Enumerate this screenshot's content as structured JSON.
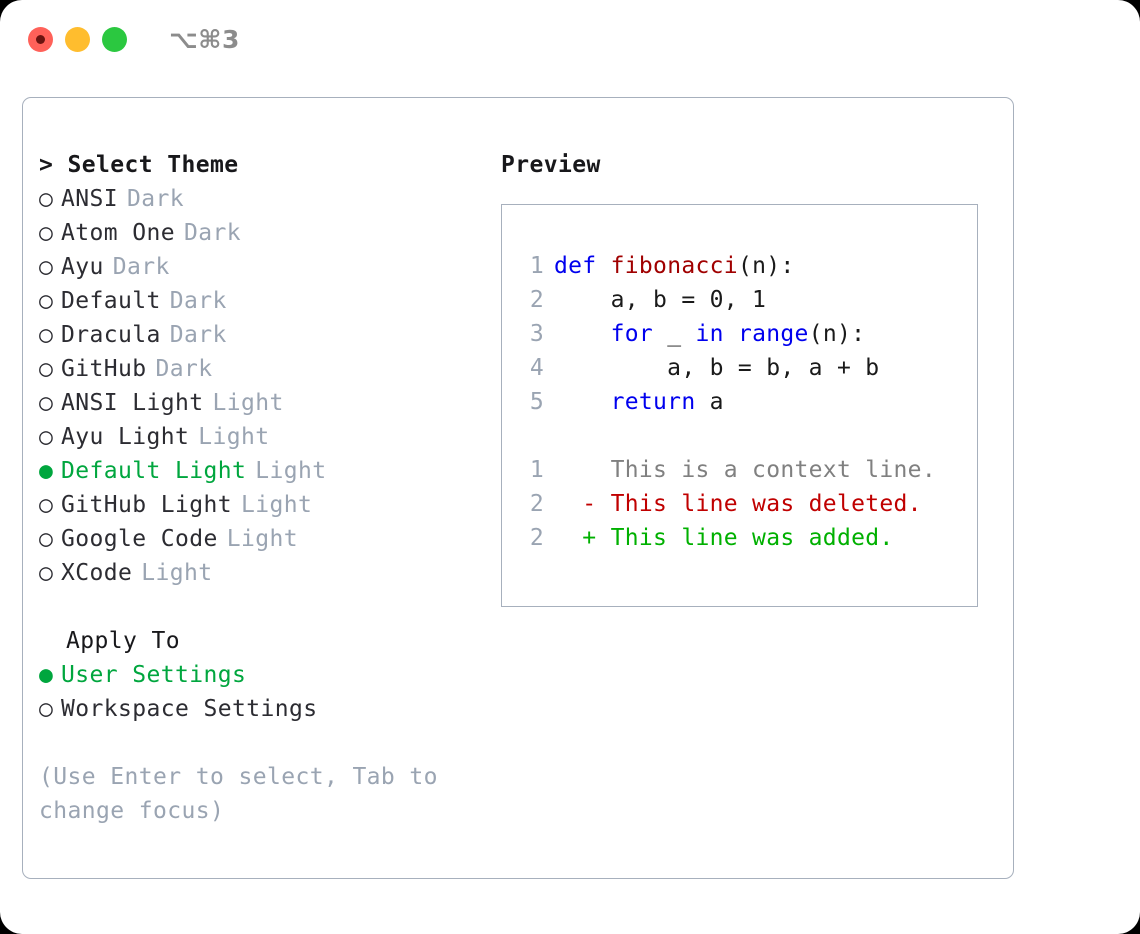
{
  "window": {
    "shortcut_label": "⌥⌘3",
    "traffic_lights": [
      {
        "name": "close",
        "color": "#ff6159"
      },
      {
        "name": "minimize",
        "color": "#ffbd2e"
      },
      {
        "name": "maximize",
        "color": "#2bc840"
      }
    ]
  },
  "theme_picker": {
    "header": "> Select Theme",
    "selected_marker": "●",
    "unselected_marker": "○",
    "options": [
      {
        "name": "ANSI",
        "variant": "Dark",
        "selected": false
      },
      {
        "name": "Atom One",
        "variant": "Dark",
        "selected": false
      },
      {
        "name": "Ayu",
        "variant": "Dark",
        "selected": false
      },
      {
        "name": "Default",
        "variant": "Dark",
        "selected": false
      },
      {
        "name": "Dracula",
        "variant": "Dark",
        "selected": false
      },
      {
        "name": "GitHub",
        "variant": "Dark",
        "selected": false
      },
      {
        "name": "ANSI Light",
        "variant": "Light",
        "selected": false
      },
      {
        "name": "Ayu Light",
        "variant": "Light",
        "selected": false
      },
      {
        "name": "Default Light",
        "variant": "Light",
        "selected": true
      },
      {
        "name": "GitHub Light",
        "variant": "Light",
        "selected": false
      },
      {
        "name": "Google Code",
        "variant": "Light",
        "selected": false
      },
      {
        "name": "XCode",
        "variant": "Light",
        "selected": false
      }
    ]
  },
  "apply_to": {
    "header": "Apply To",
    "options": [
      {
        "name": "User Settings",
        "selected": true
      },
      {
        "name": "Workspace Settings",
        "selected": false
      }
    ]
  },
  "hint": "(Use Enter to select, Tab to change focus)",
  "preview": {
    "header": "Preview",
    "code_lines": [
      {
        "num": "1",
        "tokens": [
          {
            "t": "def",
            "c": "kw"
          },
          {
            "t": " ",
            "c": "pl"
          },
          {
            "t": "fibonacci",
            "c": "fn"
          },
          {
            "t": "(n):",
            "c": "pl"
          }
        ]
      },
      {
        "num": "2",
        "tokens": [
          {
            "t": "    a, b = 0, 1",
            "c": "pl"
          }
        ]
      },
      {
        "num": "3",
        "tokens": [
          {
            "t": "    ",
            "c": "pl"
          },
          {
            "t": "for",
            "c": "kw"
          },
          {
            "t": " _ ",
            "c": "pl"
          },
          {
            "t": "in",
            "c": "kw"
          },
          {
            "t": " ",
            "c": "pl"
          },
          {
            "t": "range",
            "c": "kw"
          },
          {
            "t": "(n):",
            "c": "pl"
          }
        ]
      },
      {
        "num": "4",
        "tokens": [
          {
            "t": "        a, b = b, a + b",
            "c": "pl"
          }
        ]
      },
      {
        "num": "5",
        "tokens": [
          {
            "t": "    ",
            "c": "pl"
          },
          {
            "t": "return",
            "c": "kw"
          },
          {
            "t": " a",
            "c": "pl"
          }
        ]
      }
    ],
    "diff_lines": [
      {
        "num": "1",
        "marker": " ",
        "text": " This is a context line.",
        "kind": "ctx"
      },
      {
        "num": "2",
        "marker": "-",
        "text": " This line was deleted.",
        "kind": "del"
      },
      {
        "num": "2",
        "marker": "+",
        "text": " This line was added.",
        "kind": "add"
      }
    ]
  },
  "colors": {
    "selected_green": "#00a63e",
    "muted_gray": "#9aa4b2",
    "keyword_blue": "#0000ee",
    "function_red": "#a00000",
    "diff_deleted": "#c00000",
    "diff_added": "#00b000",
    "diff_context": "#808080",
    "border": "#a7b0bd"
  }
}
